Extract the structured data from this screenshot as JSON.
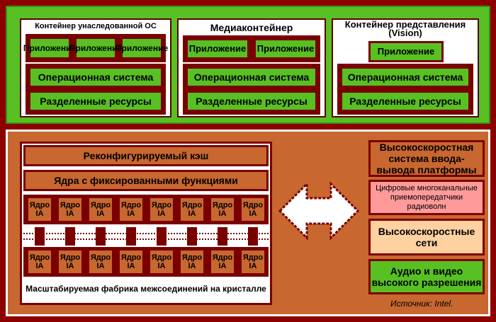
{
  "top": {
    "legacy": {
      "title": "Контейнер унаследованной ОС",
      "apps": [
        "Приложение",
        "Приложение",
        "Приложение"
      ],
      "os": "Операционная система",
      "resources": "Разделенные ресурсы"
    },
    "media": {
      "title": "Медиаконтейнер",
      "apps": [
        "Приложение",
        "Приложение"
      ],
      "os": "Операционная система",
      "resources": "Разделенные ресурсы"
    },
    "vision": {
      "title": "Контейнер представления (Vision)",
      "apps": [
        "Приложение"
      ],
      "os": "Операционная система",
      "resources": "Разделенные ресурсы"
    }
  },
  "bottom": {
    "cache": "Реконфигурируемый кэш",
    "fixed_cores": "Ядра с фиксированными функциями",
    "core_label": "Ядро IA",
    "fabric": "Масштабируемая фабрика межсоединений на кристалле",
    "right": {
      "io": "Высокоскоростная система ввода-вывода платформы",
      "radio": "Цифровые многоканальные приемопередатчики радиоволн",
      "networks": "Высокоскоростные сети",
      "av": "Аудио и видео высокого разрешения"
    },
    "source": "Источник: Intel."
  },
  "colors": {
    "maroon": "#7a0000",
    "green": "#58c023",
    "orange": "#c8672f",
    "pink": "#ff9a9a",
    "peach": "#ffd0a0"
  }
}
